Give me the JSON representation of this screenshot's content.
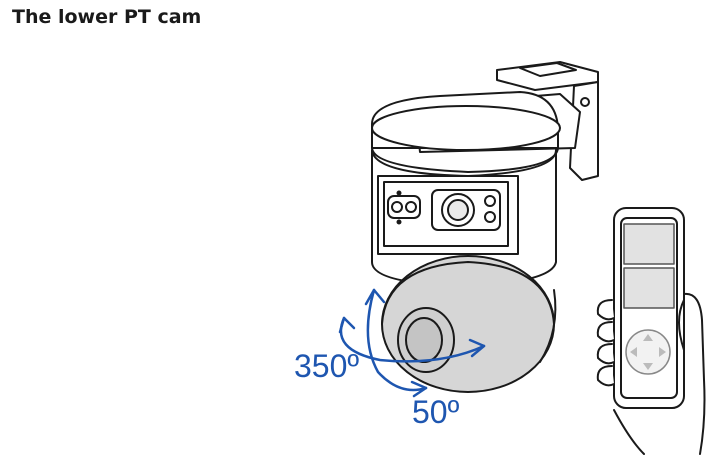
{
  "title": "The lower PT cam",
  "labels": {
    "pan_angle": "350º",
    "tilt_angle": "50º"
  },
  "colors": {
    "accent": "#1e56b0",
    "line": "#1a1a1a",
    "ball": "#d6d6d6"
  },
  "icons": {
    "camera": "ptz-camera-illustration",
    "phone": "smartphone-control-illustration",
    "arrows": "rotation-arrows"
  }
}
